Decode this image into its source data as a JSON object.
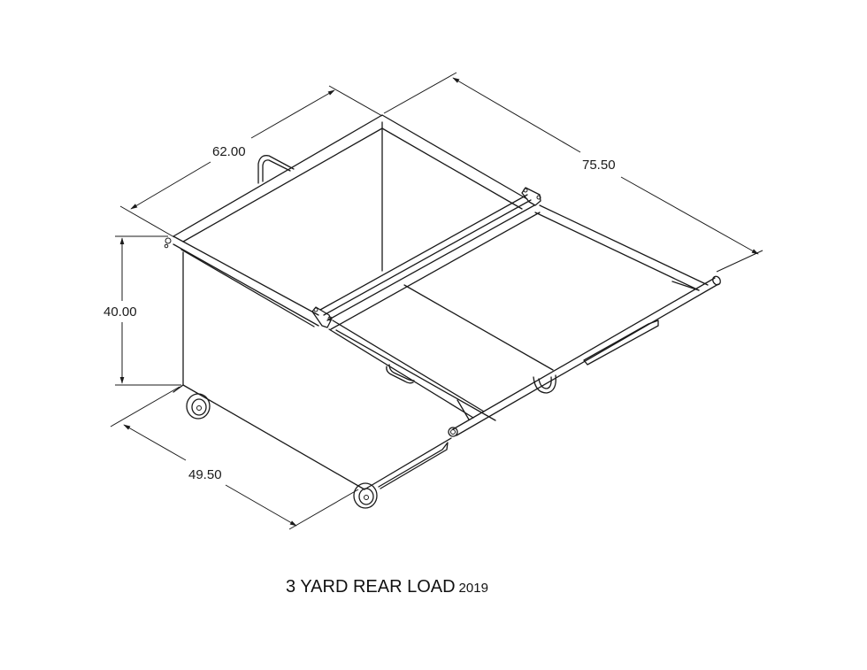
{
  "drawing": {
    "title": "3 YARD REAR LOAD",
    "year": "2019",
    "line_color": "#1a1a1a",
    "background": "#ffffff"
  },
  "dimensions": {
    "width_top": {
      "label": "62.00"
    },
    "length": {
      "label": "75.50"
    },
    "height": {
      "label": "40.00"
    },
    "width_bottom": {
      "label": "49.50"
    }
  },
  "components": [
    "container-body",
    "top-rim",
    "lid-hinge-bar",
    "side-handle",
    "front-handle",
    "lift-bar",
    "casters"
  ]
}
